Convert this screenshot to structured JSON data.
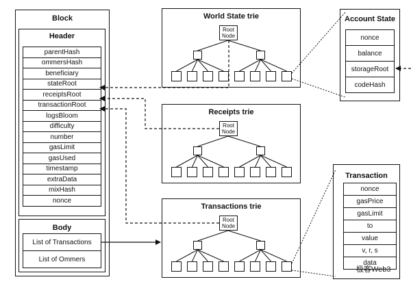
{
  "block": {
    "title": "Block",
    "header_title": "Header",
    "header_fields": [
      "parentHash",
      "ommersHash",
      "beneficiary",
      "stateRoot",
      "receiptsRoot",
      "transactionRoot",
      "logsBloom",
      "difficulty",
      "number",
      "gasLimit",
      "gasUsed",
      "timestamp",
      "extraData",
      "mixHash",
      "nonce"
    ],
    "body_title": "Body",
    "body_fields": [
      "List of Transactions",
      "List of Ommers"
    ]
  },
  "tries": {
    "world_state": "World State trie",
    "receipts": "Receipts trie",
    "transactions": "Transactions trie",
    "root_line1": "Root",
    "root_line2": "Node"
  },
  "account_state": {
    "title": "Account State",
    "fields": [
      "nonce",
      "balance",
      "storageRoot",
      "codeHash"
    ]
  },
  "transaction": {
    "title": "Transaction",
    "fields": [
      "nonce",
      "gasPrice",
      "gasLimit",
      "to",
      "value",
      "v, r, s",
      "data"
    ]
  },
  "watermark": "极客Web3"
}
